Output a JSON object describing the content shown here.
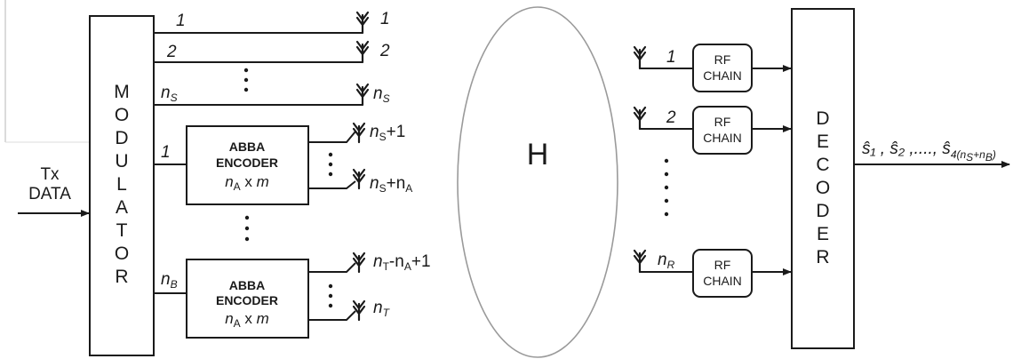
{
  "input": {
    "line1": "Tx",
    "line2": "DATA"
  },
  "modulator": {
    "letters": [
      "M",
      "O",
      "D",
      "U",
      "L",
      "A",
      "T",
      "O",
      "R"
    ]
  },
  "tx_branches": {
    "b1": "1",
    "b2": "2",
    "bs_main": "n",
    "bs_sub": "S"
  },
  "tx_antennas": {
    "a1": "1",
    "a2": "2",
    "ans_main": "n",
    "ans_sub": "S",
    "ans1_main": "n",
    "ans1_sub": "S",
    "ans1_suffix": "+1",
    "ansa_main": "n",
    "ansa_sub": "S",
    "ansa_plus": "+n",
    "ansa_sub2": "A",
    "ant_last1_main": "n",
    "ant_last1_sub": "T",
    "ant_last1_mid": "-n",
    "ant_last1_sub2": "A",
    "ant_last1_suffix": "+1",
    "ant_last2_main": "n",
    "ant_last2_sub": "T"
  },
  "encoder1": {
    "branch": "1",
    "line1": "ABBA",
    "line2": "ENCODER",
    "dim_main": "n",
    "dim_sub": "A",
    "dim_rest": " x ",
    "dim_m": "m"
  },
  "encoder2": {
    "branch_main": "n",
    "branch_sub": "B",
    "line1": "ABBA",
    "line2": "ENCODER",
    "dim_main": "n",
    "dim_sub": "A",
    "dim_rest": " x ",
    "dim_m": "m"
  },
  "channel": {
    "label": "H"
  },
  "rx": {
    "r1": "1",
    "r2": "2",
    "rn_main": "n",
    "rn_sub": "R",
    "rf1_line1": "RF",
    "rf1_line2": "CHAIN",
    "rf2_line1": "RF",
    "rf2_line2": "CHAIN",
    "rf3_line1": "RF",
    "rf3_line2": "CHAIN"
  },
  "decoder": {
    "letters": [
      "D",
      "E",
      "C",
      "O",
      "D",
      "E",
      "R"
    ]
  },
  "output": {
    "text": "ŝ₁ , ŝ₂ ,...., ŝ",
    "sub": "4(n",
    "sub_s": "S",
    "sub_mid": "+n",
    "sub_b": "B",
    "sub_end": ")"
  }
}
